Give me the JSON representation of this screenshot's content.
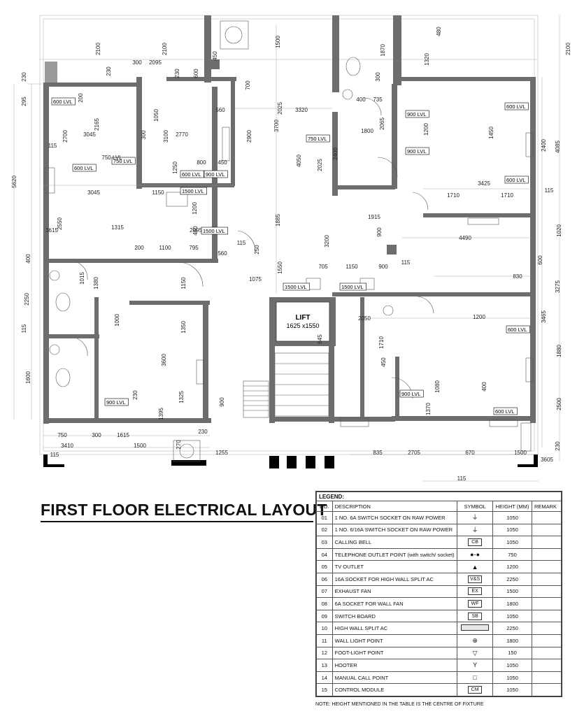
{
  "title": "FIRST FLOOR ELECTRICAL LAYOUT",
  "lift": {
    "label": "LIFT",
    "size": "1625 x1550"
  },
  "level_tags": [
    "600 LVL",
    "750 LVL",
    "600 LVL",
    "600 LVL",
    "900 LVL",
    "1500 LVL",
    "1500 LVL",
    "900 LVL",
    "900 LVL",
    "750 LVL",
    "900 LVL",
    "600 LVL",
    "600 LVL",
    "1500 LVL",
    "1500 LVL",
    "600 LVL",
    "900 LVL",
    "600 LVL"
  ],
  "dimensions": [
    "2100",
    "2100",
    "1500",
    "2100",
    "230",
    "300",
    "2095",
    "230",
    "600",
    "450",
    "230",
    "295",
    "200",
    "2165",
    "3045",
    "2700",
    "115",
    "1050",
    "3100",
    "2770",
    "300",
    "5620",
    "750 LVL",
    "1250",
    "800",
    "450",
    "3045",
    "1150",
    "560",
    "3320",
    "2025",
    "700",
    "3700",
    "2900",
    "4050",
    "2025",
    "1800",
    "2400",
    "1870",
    "300",
    "735",
    "400",
    "1320",
    "480",
    "2065",
    "1200",
    "1450",
    "2400",
    "4085",
    "3425",
    "1710",
    "1710",
    "115",
    "1915",
    "900",
    "4490",
    "1020",
    "600",
    "1885",
    "3200",
    "115",
    "2550",
    "1615",
    "1315",
    "2095",
    "440",
    "1200",
    "200",
    "1100",
    "795",
    "560",
    "250",
    "1550",
    "705",
    "1150",
    "900",
    "115",
    "1075",
    "400",
    "1015",
    "1380",
    "2250",
    "115",
    "1000",
    "1150",
    "1350",
    "3600",
    "1325",
    "900",
    "2050",
    "645",
    "1710",
    "830",
    "3275",
    "1200",
    "3465",
    "1880",
    "1080",
    "400",
    "450",
    "1370",
    "2500",
    "1600",
    "230",
    "1395",
    "750",
    "300",
    "1615",
    "3410",
    "1500",
    "270",
    "230",
    "1255",
    "835",
    "2705",
    "670",
    "1500",
    "230",
    "3605",
    "115",
    "115"
  ],
  "legend": {
    "header": "LEGEND:",
    "columns": [
      "NO.",
      "DESCRIPTION",
      "SYMBOL",
      "HEIGHT (MM)",
      "REMARK"
    ],
    "rows": [
      {
        "no": "01",
        "desc": "1 NO. 6A SWITCH SOCKET ON RAW POWER",
        "symbol": "socket-raw-icon",
        "height": "1050"
      },
      {
        "no": "02",
        "desc": "1 NO. 6/16A SWITCH SOCKET ON RAW POWER",
        "symbol": "socket-raw-16a-icon",
        "height": "1050"
      },
      {
        "no": "03",
        "desc": "CALLING BELL",
        "symbol": "CB",
        "height": "1050"
      },
      {
        "no": "04",
        "desc": "TELEPHONE OUTLET POINT (with switch/ socket)",
        "symbol": "telephone-icon",
        "height": "750"
      },
      {
        "no": "05",
        "desc": "TV OUTLET",
        "symbol": "tv-outlet-icon",
        "height": "1200"
      },
      {
        "no": "06",
        "desc": "16A SOCKET FOR HIGH WALL SPLIT AC",
        "symbol": "V&S",
        "height": "2250"
      },
      {
        "no": "07",
        "desc": "EXHAUST FAN",
        "symbol": "EX",
        "height": "1500"
      },
      {
        "no": "08",
        "desc": "6A SOCKET FOR WALL FAN",
        "symbol": "WF",
        "height": "1800"
      },
      {
        "no": "09",
        "desc": "SWITCH BOARD",
        "symbol": "SB",
        "height": "1050"
      },
      {
        "no": "10",
        "desc": "HIGH WALL SPLIT AC",
        "symbol": "split-ac-icon",
        "height": "2250"
      },
      {
        "no": "11",
        "desc": "WALL LIGHT POINT",
        "symbol": "wall-light-icon",
        "height": "1800"
      },
      {
        "no": "12",
        "desc": "FOOT-LIGHT POINT",
        "symbol": "foot-light-icon",
        "height": "150"
      },
      {
        "no": "13",
        "desc": "HOOTER",
        "symbol": "hooter-icon",
        "height": "1050"
      },
      {
        "no": "14",
        "desc": "MANUAL CALL POINT",
        "symbol": "manual-call-icon",
        "height": "1050"
      },
      {
        "no": "15",
        "desc": "CONTROL MODULE",
        "symbol": "CM",
        "height": "1050"
      }
    ]
  },
  "note": "NOTE: HEIGHT MENTIONED IN THE TABLE IS THE  CENTRE OF FIXTURE"
}
